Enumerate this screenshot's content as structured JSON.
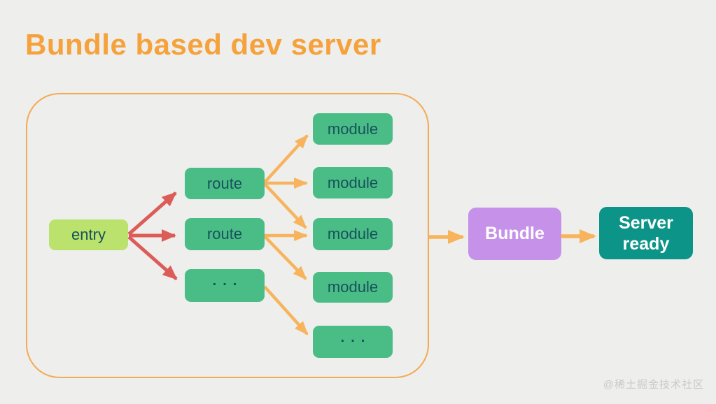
{
  "title": "Bundle based dev server",
  "watermark": "@稀土掘金技术社区",
  "colors": {
    "background": "#eeeeec",
    "title_orange": "#f6a23c",
    "container_border_orange": "#f4aa54",
    "node_green": "#4abd87",
    "entry_light_green": "#bae26c",
    "bundle_purple": "#c692e9",
    "server_teal": "#0d9488",
    "arrow_orange": "#f8b45c",
    "arrow_red": "#dc5c58",
    "node_text_dark": "#17515a",
    "node_text_light": "#ffffff"
  },
  "diagram": {
    "entry": {
      "label": "entry"
    },
    "routes": [
      {
        "label": "route"
      },
      {
        "label": "route"
      },
      {
        "label": "..."
      }
    ],
    "modules": [
      {
        "label": "module"
      },
      {
        "label": "module"
      },
      {
        "label": "module"
      },
      {
        "label": "module"
      },
      {
        "label": "..."
      }
    ],
    "bundle": {
      "label": "Bundle"
    },
    "server_ready": {
      "label": "Server ready"
    }
  }
}
